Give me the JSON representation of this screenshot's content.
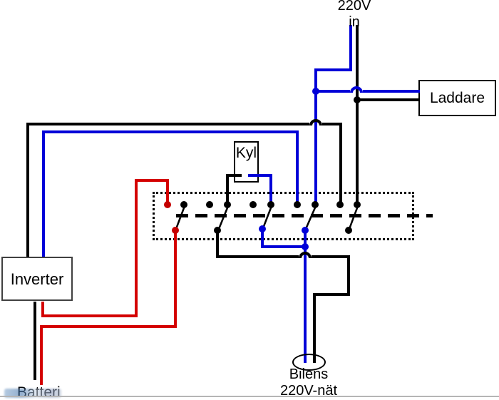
{
  "labels": {
    "mains_top": {
      "line1": "220V",
      "line2": "in"
    },
    "laddare": "Laddare",
    "kyl": "Kyl",
    "inverter": "Inverter",
    "batteri": "Batteri",
    "car_net": {
      "line1": "Bilens",
      "line2": "220V-nät"
    }
  },
  "colors": {
    "wire_black": "#000000",
    "wire_blue": "#0000D8",
    "wire_red": "#D40000",
    "bottom_rule": "#B5B5B5"
  },
  "switch_block": {
    "top_terminal_count": 10,
    "bottom_terminal_count": 5,
    "blade_count": 5,
    "enclosure": "dotted rectangle",
    "linkage": "thick dashed line"
  }
}
